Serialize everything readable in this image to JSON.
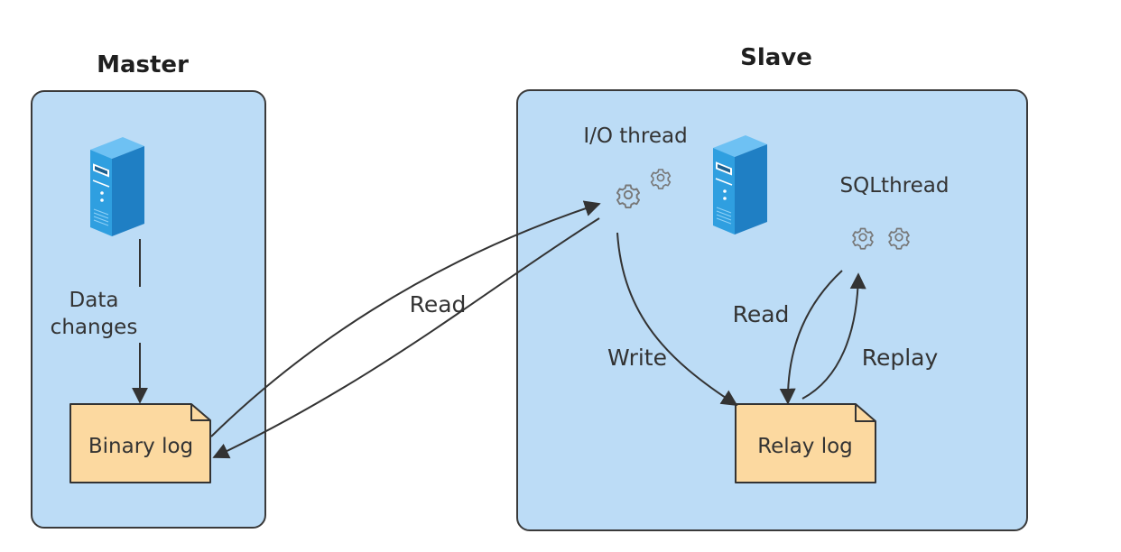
{
  "master": {
    "title": "Master",
    "data_changes_line1": "Data",
    "data_changes_line2": "changes",
    "binary_log": "Binary log"
  },
  "slave": {
    "title": "Slave",
    "io_thread": "I/O thread",
    "sql_thread": "SQLthread",
    "relay_log": "Relay log",
    "write": "Write",
    "read": "Read",
    "replay": "Replay"
  },
  "link": {
    "read": "Read"
  },
  "colors": {
    "panel_fill": "#bcdcf6",
    "panel_stroke": "#3a3a3a",
    "doc_fill": "#fcd9a0",
    "arrow": "#333333",
    "gear": "#777777",
    "server_front": "#2f9fe0",
    "server_side": "#1f7fc4"
  }
}
